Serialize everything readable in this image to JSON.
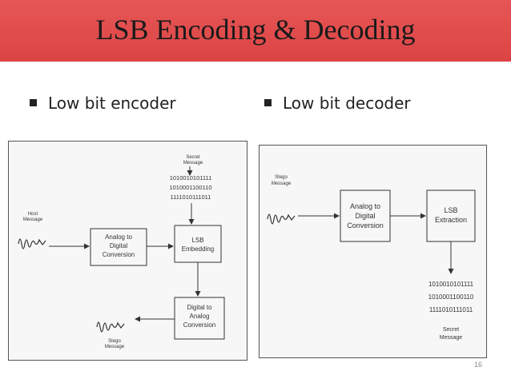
{
  "slide": {
    "title": "LSB Encoding & Decoding",
    "page_number": "16"
  },
  "bullets": {
    "left": "Low bit encoder",
    "right": "Low bit decoder"
  },
  "encoder": {
    "secret_label_1": "Secret",
    "secret_label_2": "Message",
    "bits": [
      "1010010101111",
      "1010001100110",
      "1111010111011"
    ],
    "host_label_1": "Host",
    "host_label_2": "Message",
    "block_adc": [
      "Analog to",
      "Digital",
      "Conversion"
    ],
    "block_lsb": [
      "LSB",
      "Embedding"
    ],
    "block_dac": [
      "Digital to",
      "Analog",
      "Conversion"
    ],
    "stego_label_1": "Stego",
    "stego_label_2": "Message"
  },
  "decoder": {
    "stego_label_1": "Stego",
    "stego_label_2": "Message",
    "block_adc": [
      "Analog to",
      "Digital",
      "Conversion"
    ],
    "block_lsb": [
      "LSB",
      "Extraction"
    ],
    "bits": [
      "1010010101111",
      "1010001100110",
      "1111010111011"
    ],
    "secret_label_1": "Secret",
    "secret_label_2": "Message"
  }
}
